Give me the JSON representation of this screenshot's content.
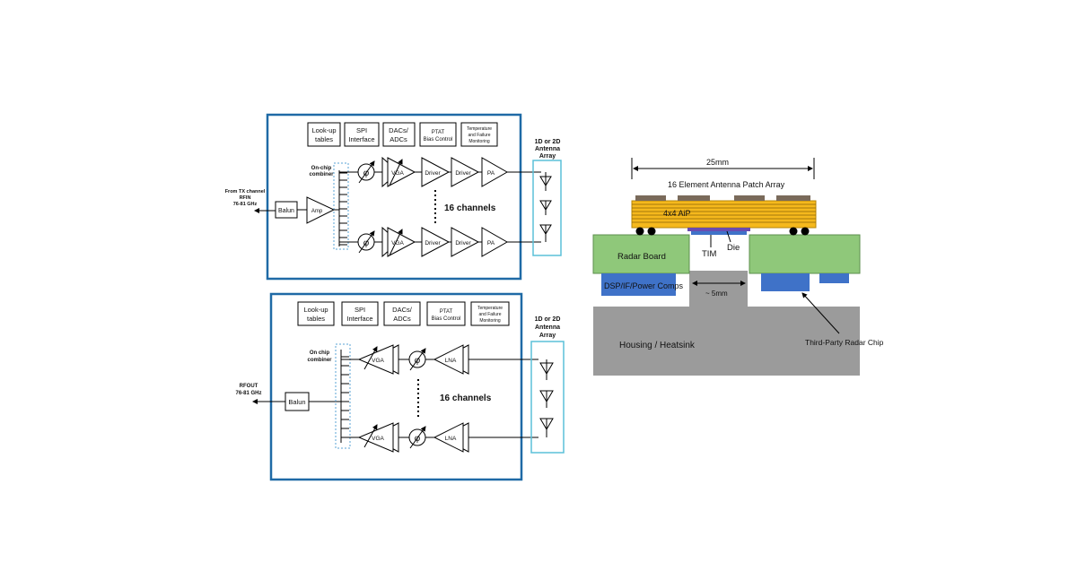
{
  "tx": {
    "ctrl_boxes": [
      {
        "l1": "Look-up",
        "l2": "tables"
      },
      {
        "l1": "SPI",
        "l2": "Interface"
      },
      {
        "l1": "DACs/",
        "l2": "ADCs"
      },
      {
        "l1": "PTAT",
        "l2": "Bias Control"
      },
      {
        "l1": "Temperature",
        "l2": "and Failure",
        "l3": "Monitoring"
      }
    ],
    "combiner_l1": "On-chip",
    "combiner_l2": "combiner",
    "input_l1": "From TX channel",
    "input_l2": "RFIN",
    "input_l3": "76-81 GHz",
    "balun": "Balun",
    "amp": "Amp",
    "phase": "φ",
    "vga": "VGA",
    "driver": "Driver",
    "pa": "PA",
    "channels": "16 channels",
    "antenna_l1": "1D or 2D",
    "antenna_l2": "Antenna",
    "antenna_l3": "Array"
  },
  "rx": {
    "ctrl_boxes": [
      {
        "l1": "Look-up",
        "l2": "tables"
      },
      {
        "l1": "SPI",
        "l2": "Interface"
      },
      {
        "l1": "DACs/",
        "l2": "ADCs"
      },
      {
        "l1": "PTAT",
        "l2": "Bias Control"
      },
      {
        "l1": "Temperature",
        "l2": "and Failure",
        "l3": "Monitoring"
      }
    ],
    "combiner_l1": "On chip",
    "combiner_l2": "combiner",
    "output_l1": "RFOUT",
    "output_l2": "76-81 GHz",
    "balun": "Balun",
    "phase": "φ",
    "vga": "VGA",
    "lna": "LNA",
    "channels": "16 channels",
    "antenna_l1": "1D or 2D",
    "antenna_l2": "Antenna",
    "antenna_l3": "Array"
  },
  "package": {
    "width_label": "25mm",
    "patch_label": "16 Element Antenna Patch Array",
    "aip": "4x4 AiP",
    "radar_board": "Radar Board",
    "tim": "TIM",
    "die": "Die",
    "dsp": "DSP/IF/Power Comps",
    "gap": "~ 5mm",
    "housing": "Housing / Heatsink",
    "chip": "Third-Party Radar Chip"
  },
  "colors": {
    "frame": "#1f6aa6",
    "antenna_frame": "#5bc0d8",
    "combiner": "#5aa3d6",
    "aip": "#f5b81c",
    "board": "#8fc87a",
    "blue_comp": "#3f72c8",
    "housing": "#9b9b9b",
    "patch": "#7a6a5a",
    "die": "#6a4cb0"
  }
}
